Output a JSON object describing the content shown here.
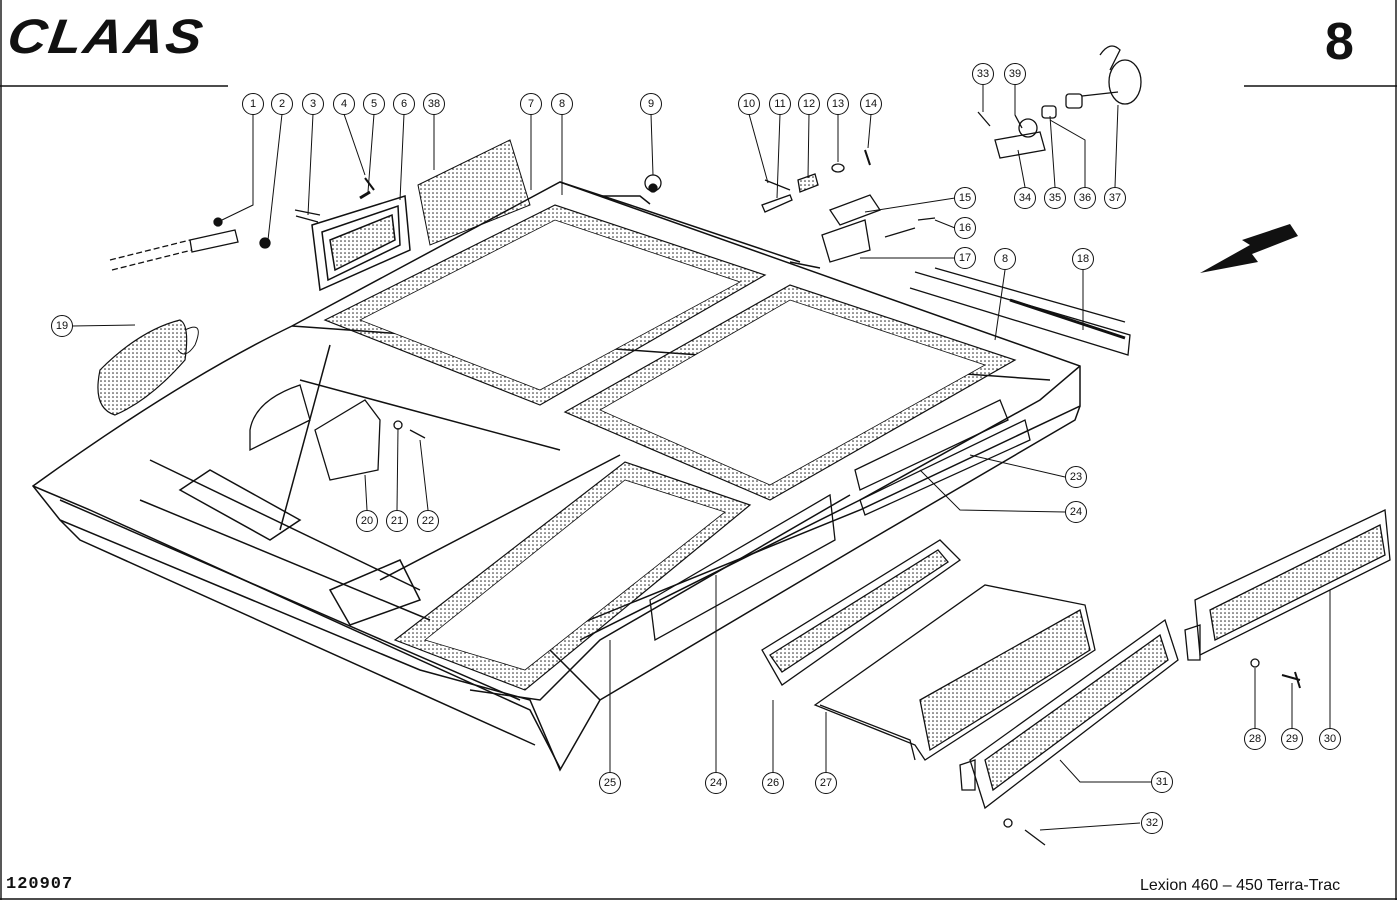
{
  "header": {
    "brand": "CLAAS",
    "page_number": "8"
  },
  "footer": {
    "drawing_number": "120907",
    "model": "Lexion 460 – 450 Terra-Trac"
  },
  "callouts": [
    "1",
    "2",
    "3",
    "4",
    "5",
    "6",
    "38",
    "7",
    "8",
    "9",
    "10",
    "11",
    "12",
    "13",
    "14",
    "33",
    "39",
    "34",
    "35",
    "36",
    "37",
    "15",
    "16",
    "17",
    "8",
    "18",
    "19",
    "20",
    "21",
    "22",
    "23",
    "24",
    "25",
    "24",
    "26",
    "27",
    "28",
    "29",
    "30",
    "31",
    "32"
  ],
  "icons": {
    "direction_arrow": "arrow-left-down-icon"
  }
}
